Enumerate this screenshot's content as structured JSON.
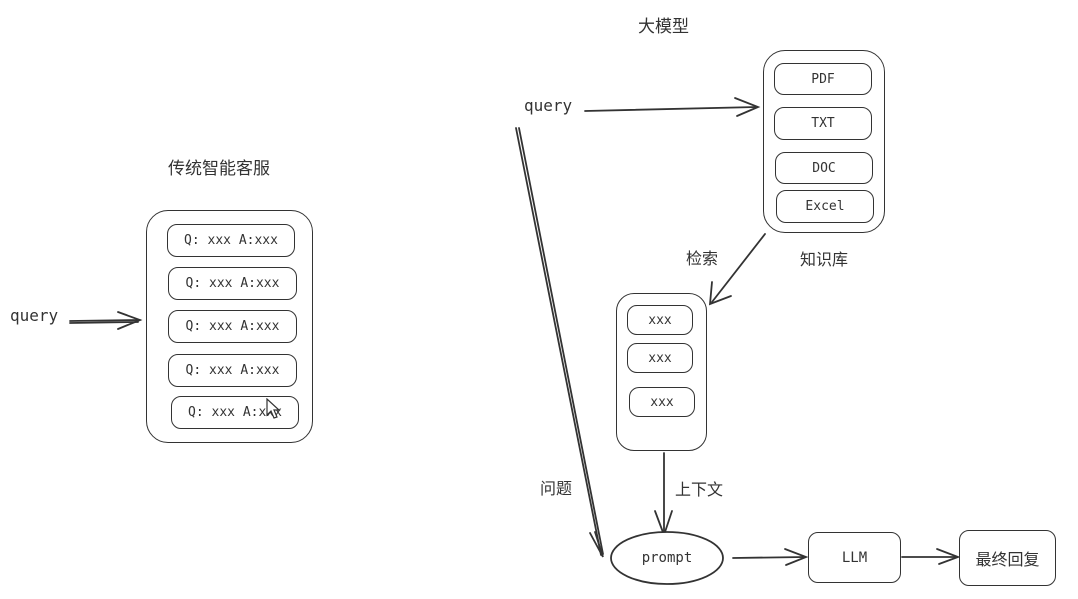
{
  "left": {
    "title": "传统智能客服",
    "query_label": "query",
    "qa_items": [
      "Q: xxx A:xxx",
      "Q: xxx A:xxx",
      "Q: xxx A:xxx",
      "Q: xxx A:xxx",
      "Q: xxx A:xxx"
    ]
  },
  "right": {
    "title": "大模型",
    "query_label": "query",
    "knowledge_base": {
      "label": "知识库",
      "items": [
        "PDF",
        "TXT",
        "DOC",
        "Excel"
      ]
    },
    "retrieve_label": "检索",
    "retrieved": {
      "items": [
        "xxx",
        "xxx",
        "xxx"
      ]
    },
    "question_label": "问题",
    "context_label": "上下文",
    "prompt_label": "prompt",
    "llm_label": "LLM",
    "final_label": "最终回复"
  }
}
